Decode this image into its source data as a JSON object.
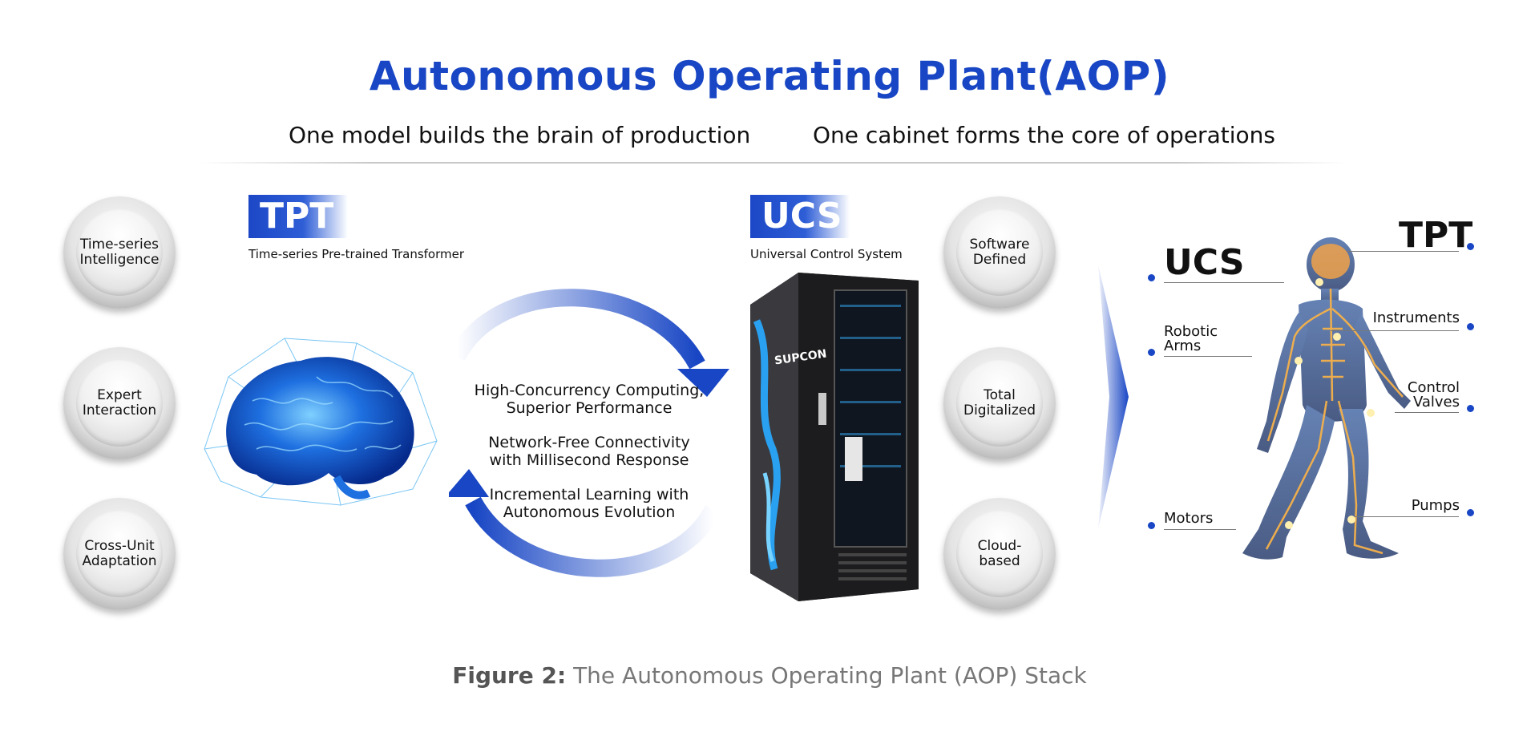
{
  "title": "Autonomous Operating Plant(AOP)",
  "subtitles": {
    "left": "One model builds the brain of production",
    "right": "One cabinet forms the core of operations"
  },
  "left_badges": [
    "Time-series\nIntelligence",
    "Expert\nInteraction",
    "Cross-Unit\nAdaptation"
  ],
  "tpt": {
    "label": "TPT",
    "sub": "Time-series Pre-trained Transformer"
  },
  "ucs": {
    "label": "UCS",
    "sub": "Universal Control System"
  },
  "center_features": [
    "High-Concurrency Computing,\nSuperior Performance",
    "Network-Free Connectivity\nwith Millisecond Response",
    "Incremental Learning with\nAutonomous Evolution"
  ],
  "cabinet_brand": "SUPCON",
  "right_badges": [
    "Software\nDefined",
    "Total\nDigitalized",
    "Cloud-\nbased"
  ],
  "body_labels": {
    "ucs": "UCS",
    "tpt": "TPT",
    "robotic_arms": "Robotic\nArms",
    "motors": "Motors",
    "instruments": "Instruments",
    "control_valves": "Control\nValves",
    "pumps": "Pumps"
  },
  "caption": {
    "prefix": "Figure 2:",
    "text": " The Autonomous Operating Plant (AOP) Stack"
  },
  "colors": {
    "accent": "#1846c4",
    "caption": "#777777"
  }
}
